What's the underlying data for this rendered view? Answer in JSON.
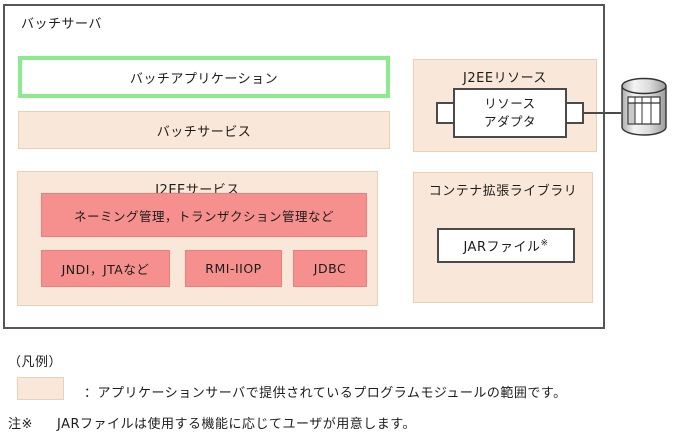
{
  "diagram": {
    "server_label": "バッチサーバ",
    "batch_application": "バッチアプリケーション",
    "batch_service": "バッチサービス",
    "j2ee_service": {
      "label": "J2EEサービス",
      "naming": "ネーミング管理，トランザクション管理など",
      "jndi": "JNDI，JTAなど",
      "rmi": "RMI-IIOP",
      "jdbc": "JDBC"
    },
    "j2ee_resource": {
      "label": "J2EEリソース",
      "adapter_line1": "リソース",
      "adapter_line2": "アダプタ"
    },
    "container_lib": {
      "label": "コンテナ拡張ライブラリ",
      "jar_label": "JARファイル",
      "jar_note_mark": "※"
    },
    "database_icon": "database-cylinder"
  },
  "legend": {
    "title": "（凡例）",
    "swatch_description": "：アプリケーションサーバで提供されているプログラムモジュールの範囲です。",
    "note_label": "注※",
    "note_text": "JARファイルは使用する機能に応じてユーザが用意します。"
  },
  "colors": {
    "beige_fill": "#F9E8D9",
    "beige_border": "#ECD0B2",
    "pink_fill": "#F5908E",
    "pink_border": "#F07D7A",
    "green_border": "#8DEB8D",
    "box_border": "#4A4A4A"
  }
}
